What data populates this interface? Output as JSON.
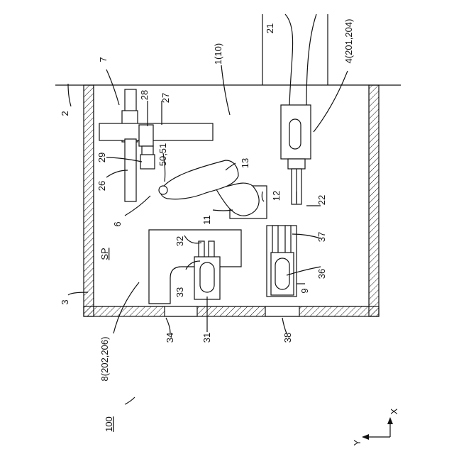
{
  "figure": {
    "labels": {
      "system": "100",
      "robot_system": "1(10)",
      "floor": "2",
      "enclosure": "3",
      "camera": "4(201,204)",
      "robot_arm": "6",
      "teaching_unit": "7",
      "stage_unit": "8(202,206)",
      "holder_unit": "9",
      "base": "11",
      "arm_mid": "12",
      "arm_end": "13",
      "cable": "21",
      "camera_tip": "22",
      "pole": "26",
      "bar": "27",
      "clamp": "28",
      "tool": "29",
      "object_a": "31",
      "prongs_a": "32",
      "plate": "33",
      "port_a": "34",
      "object_b": "36",
      "prongs_b": "37",
      "port_b": "38",
      "hand": "50,51",
      "space": "SP",
      "axis_x": "X",
      "axis_y": "Y"
    }
  }
}
